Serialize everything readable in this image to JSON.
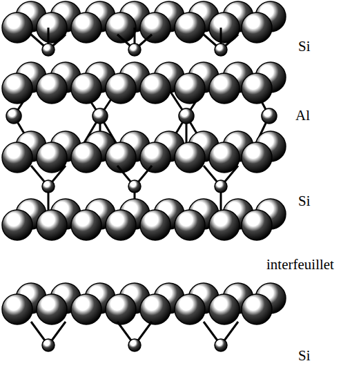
{
  "diagram": {
    "labels": [
      "Si",
      "Al",
      "Si",
      "interfeuillet",
      "Si"
    ]
  }
}
